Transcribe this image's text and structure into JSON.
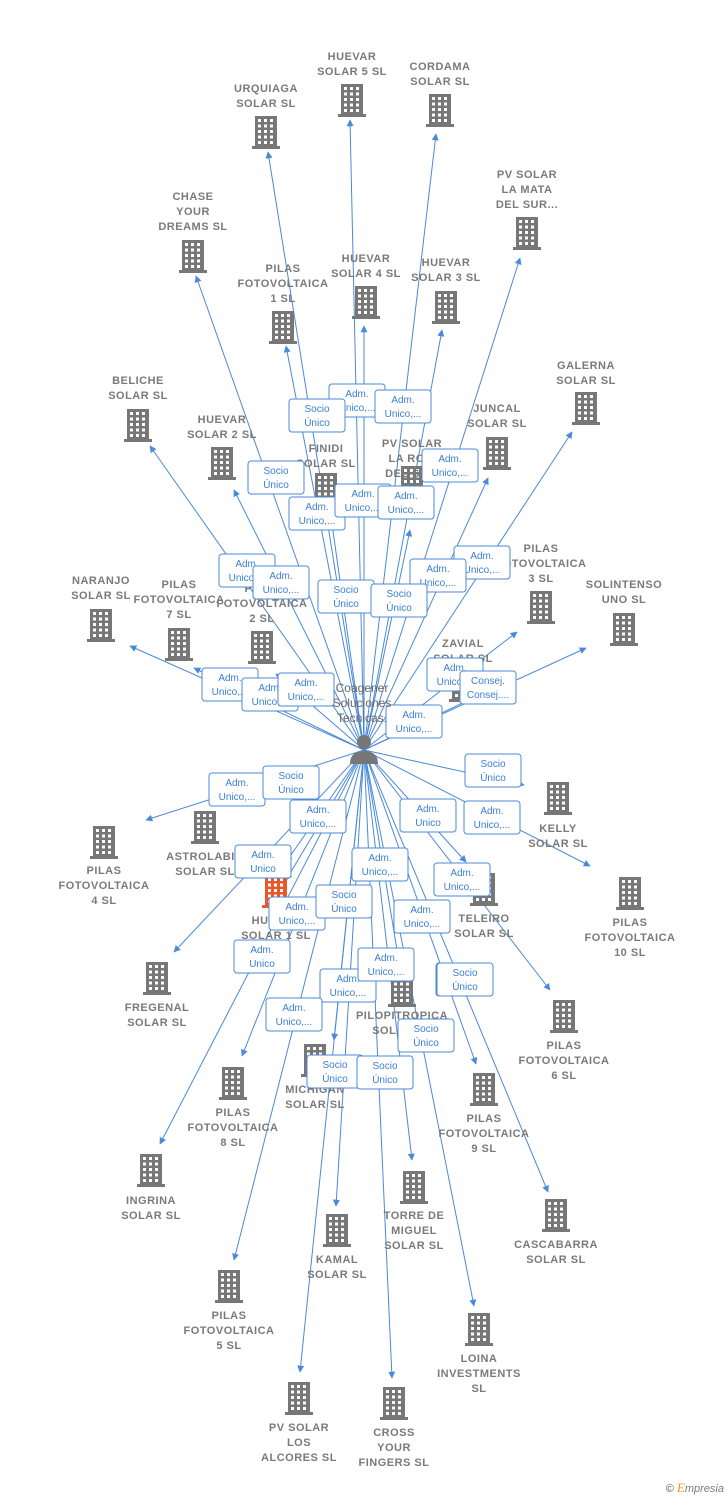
{
  "center": {
    "label": [
      "Coagener",
      "Soluciones",
      "Tecnicas."
    ]
  },
  "companies": [
    {
      "id": "huevar5",
      "label": [
        "HUEVAR",
        "SOLAR 5  SL"
      ]
    },
    {
      "id": "cordama",
      "label": [
        "CORDAMA",
        "SOLAR  SL"
      ]
    },
    {
      "id": "urquiaga",
      "label": [
        "URQUIAGA",
        "SOLAR  SL"
      ]
    },
    {
      "id": "pvmata",
      "label": [
        "PV SOLAR",
        "LA MATA",
        "DEL SUR..."
      ]
    },
    {
      "id": "chase",
      "label": [
        "CHASE",
        "YOUR",
        "DREAMS  SL"
      ]
    },
    {
      "id": "pilas1",
      "label": [
        "PILAS",
        "FOTOVOLTAICA",
        "1  SL"
      ]
    },
    {
      "id": "huevar4",
      "label": [
        "HUEVAR",
        "SOLAR 4  SL"
      ]
    },
    {
      "id": "huevar3",
      "label": [
        "HUEVAR",
        "SOLAR 3  SL"
      ]
    },
    {
      "id": "galerna",
      "label": [
        "GALERNA",
        "SOLAR  SL"
      ]
    },
    {
      "id": "beliche",
      "label": [
        "BELICHE",
        "SOLAR  SL"
      ]
    },
    {
      "id": "huevar2",
      "label": [
        "HUEVAR",
        "SOLAR 2  SL"
      ]
    },
    {
      "id": "juncal",
      "label": [
        "JUNCAL",
        "SOLAR  SL"
      ]
    },
    {
      "id": "finidi",
      "label": [
        "FINIDI",
        "SOLAR  SL"
      ]
    },
    {
      "id": "pvroda",
      "label": [
        "PV SOLAR",
        "LA RO...",
        "DEL SU..."
      ]
    },
    {
      "id": "pilas3",
      "label": [
        "PILAS",
        "FOTOVOLTAICA",
        "3  SL"
      ]
    },
    {
      "id": "naranjo",
      "label": [
        "NARANJO",
        "SOLAR  SL"
      ]
    },
    {
      "id": "pilas7",
      "label": [
        "PILAS",
        "FOTOVOLTAICA",
        "7  SL"
      ]
    },
    {
      "id": "pilas2",
      "label": [
        "PILAS",
        "FOTOVOLTAICA",
        "2  SL"
      ]
    },
    {
      "id": "solintenso",
      "label": [
        "SOLINTENSO",
        "UNO  SL"
      ]
    },
    {
      "id": "zavial",
      "label": [
        "ZAVIAL",
        "SOLAR  SL"
      ]
    },
    {
      "id": "kelly",
      "label": [
        "KELLY",
        "SOLAR  SL"
      ]
    },
    {
      "id": "pilas4",
      "label": [
        "PILAS",
        "FOTOVOLTAICA",
        "4  SL"
      ]
    },
    {
      "id": "astrolabio",
      "label": [
        "ASTROLABIO",
        "SOLAR  SL"
      ]
    },
    {
      "id": "huevar1",
      "label": [
        "HUEVAR",
        "SOLAR 1  SL"
      ]
    },
    {
      "id": "teleiro",
      "label": [
        "TELEIRO",
        "SOLAR  SL"
      ]
    },
    {
      "id": "pilas10",
      "label": [
        "PILAS",
        "FOTOVOLTAICA",
        "10  SL"
      ]
    },
    {
      "id": "fregenal",
      "label": [
        "FREGENAL",
        "SOLAR  SL"
      ]
    },
    {
      "id": "pilopitropica",
      "label": [
        "PILOPITROPICA",
        "SOLAR  SL"
      ]
    },
    {
      "id": "pilas6",
      "label": [
        "PILAS",
        "FOTOVOLTAICA",
        "6  SL"
      ]
    },
    {
      "id": "pilas8",
      "label": [
        "PILAS",
        "FOTOVOLTAICA",
        "8  SL"
      ]
    },
    {
      "id": "michigan",
      "label": [
        "MICHIGAN",
        "SOLAR  SL"
      ]
    },
    {
      "id": "pilas9",
      "label": [
        "PILAS",
        "FOTOVOLTAICA",
        "9  SL"
      ]
    },
    {
      "id": "ingrina",
      "label": [
        "INGRINA",
        "SOLAR  SL"
      ]
    },
    {
      "id": "torre",
      "label": [
        "TORRE DE",
        "MIGUEL",
        "SOLAR  SL"
      ]
    },
    {
      "id": "cascabarra",
      "label": [
        "CASCABARRA",
        "SOLAR  SL"
      ]
    },
    {
      "id": "kamal",
      "label": [
        "KAMAL",
        "SOLAR  SL"
      ]
    },
    {
      "id": "pilas5",
      "label": [
        "PILAS",
        "FOTOVOLTAICA",
        "5  SL"
      ]
    },
    {
      "id": "loina",
      "label": [
        "LOINA",
        "INVESTMENTS",
        "SL"
      ]
    },
    {
      "id": "pvalcores",
      "label": [
        "PV SOLAR",
        "LOS",
        "ALCORES  SL"
      ]
    },
    {
      "id": "cross",
      "label": [
        "CROSS",
        "YOUR",
        "FINGERS  SL"
      ]
    }
  ],
  "relations": [
    [
      "Adm.",
      "Unico,..."
    ],
    [
      "Adm.",
      "Unico,..."
    ],
    [
      "Socio",
      "Único"
    ],
    [
      "Adm.",
      "Unico,..."
    ],
    [
      "Socio",
      "Único"
    ],
    [
      "Adm.",
      "Unico,..."
    ],
    [
      "Adm.",
      "Unico,..."
    ],
    [
      "Adm.",
      "Unico,..."
    ],
    [
      "Adm.",
      "Unico,..."
    ],
    [
      "Adm.",
      "Unico,..."
    ],
    [
      "Adm.",
      "Unico,..."
    ],
    [
      "Adm.",
      "Unico,..."
    ],
    [
      "Socio",
      "Único"
    ],
    [
      "Socio",
      "Único"
    ],
    [
      "Adm.",
      "Unico,..."
    ],
    [
      "Adm.",
      "Unico,..."
    ],
    [
      "Adm.",
      "Unico,..."
    ],
    [
      "Adm.",
      "Unico,..."
    ],
    [
      "Adm.",
      "Unico,..."
    ],
    [
      "Consej.",
      "Consej...."
    ],
    [
      "Adm.",
      "Unico,..."
    ],
    [
      "Socio",
      "Único"
    ],
    [
      "Adm.",
      "Unico,..."
    ],
    [
      "Socio",
      "Único"
    ],
    [
      "Adm.",
      "Unico,..."
    ],
    [
      "Adm.",
      "Unico"
    ],
    [
      "Adm.",
      "Unico,..."
    ],
    [
      "Adm.",
      "Unico"
    ],
    [
      "Adm.",
      "Unico,..."
    ],
    [
      "Adm.",
      "Unico,..."
    ],
    [
      "Adm.",
      "Unico,..."
    ],
    [
      "Socio",
      "Único"
    ],
    [
      "Adm.",
      "Unico,..."
    ],
    [
      "Adm.",
      "Unico"
    ],
    [
      "Adm.",
      "Unico,..."
    ],
    [
      "Adm.",
      "Unico,..."
    ],
    [
      "Socio",
      "Único"
    ],
    [
      "Adm.",
      "Unico,..."
    ],
    [
      "Socio",
      "Único"
    ],
    [
      "Socio",
      "Único"
    ],
    [
      "Socio",
      "Único"
    ]
  ],
  "footer": {
    "copyright": "©",
    "brand_e": "E",
    "brand_rest": "mpresia"
  },
  "colors": {
    "edge": "#4a8ad8",
    "building": "#777777",
    "highlight": "#e8582a"
  }
}
